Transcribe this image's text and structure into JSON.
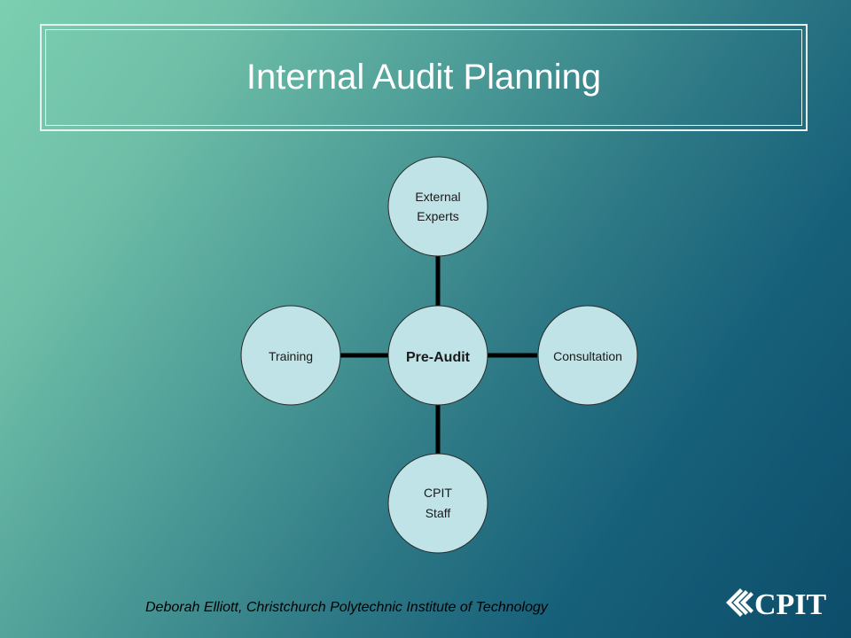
{
  "slide": {
    "title": "Internal Audit Planning"
  },
  "diagram": {
    "center": {
      "label": "Pre-Audit"
    },
    "satellites": {
      "top": {
        "lines": [
          "External",
          "Experts"
        ]
      },
      "right": {
        "lines": [
          "Consultation"
        ]
      },
      "bottom": {
        "lines": [
          "CPIT",
          "Staff"
        ]
      },
      "left": {
        "lines": [
          "Training"
        ]
      }
    },
    "colors": {
      "circle_fill": "#bfe3e6",
      "circle_stroke": "#2a2a2a",
      "connector": "#000000"
    }
  },
  "footer": {
    "credit": "Deborah Elliott, Christchurch Polytechnic Institute of Technology",
    "logo_text": "CPIT"
  }
}
